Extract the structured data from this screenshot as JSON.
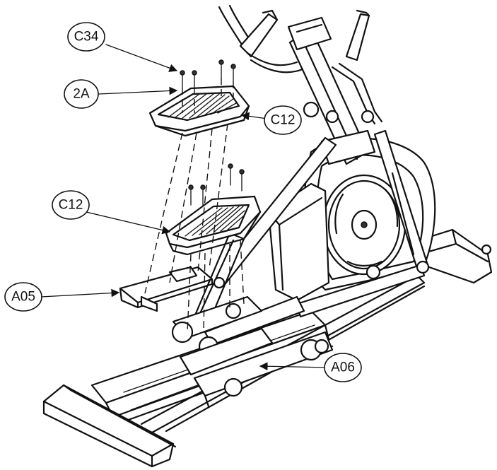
{
  "callouts": {
    "c34": "C34",
    "part_2a": "2A",
    "c12_top": "C12",
    "c12_left": "C12",
    "a05": "A05",
    "a06": "A06"
  },
  "colors": {
    "line": "#111111",
    "background": "#ffffff"
  }
}
